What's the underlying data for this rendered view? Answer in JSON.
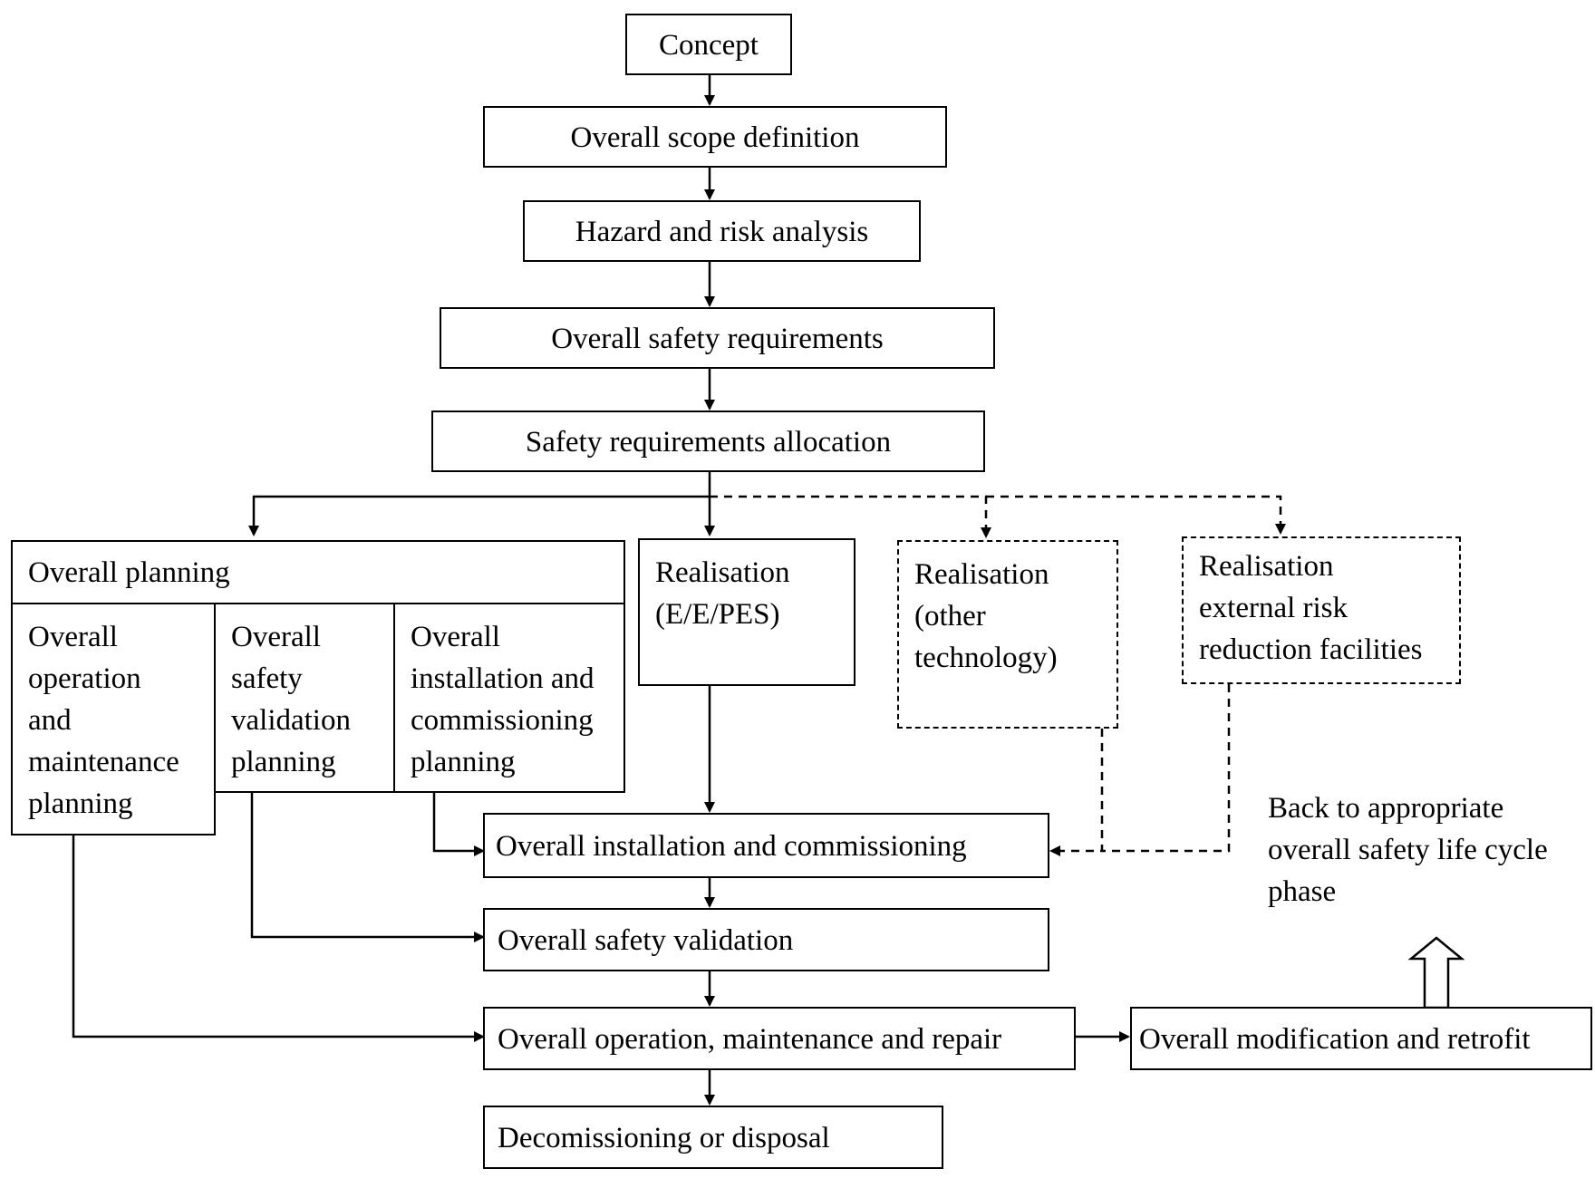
{
  "flow": {
    "concept": "Concept",
    "scope": "Overall scope definition",
    "hazard": "Hazard and risk analysis",
    "safety_req": "Overall safety requirements",
    "allocation": "Safety requirements allocation",
    "installation": "Overall installation and commissioning",
    "validation": "Overall safety validation",
    "operation": "Overall operation, maintenance and repair",
    "decommission": "Decomissioning or disposal",
    "modification": "Overall modification and retrofit"
  },
  "planning": {
    "title": "Overall planning",
    "op_maint": "Overall\noperation\nand\nmaintenance\nplanning",
    "safety_val": "Overall\nsafety\nvalidation\nplanning",
    "install_comm": "Overall\ninstallation and\ncommissioning\nplanning"
  },
  "realisation": {
    "eepes": "Realisation\n(E/E/PES)",
    "other": "Realisation\n(other\ntechnology)",
    "external": "Realisation\nexternal risk\nreduction facilities"
  },
  "note": {
    "back": "Back to appropriate\noverall safety life cycle\nphase"
  }
}
